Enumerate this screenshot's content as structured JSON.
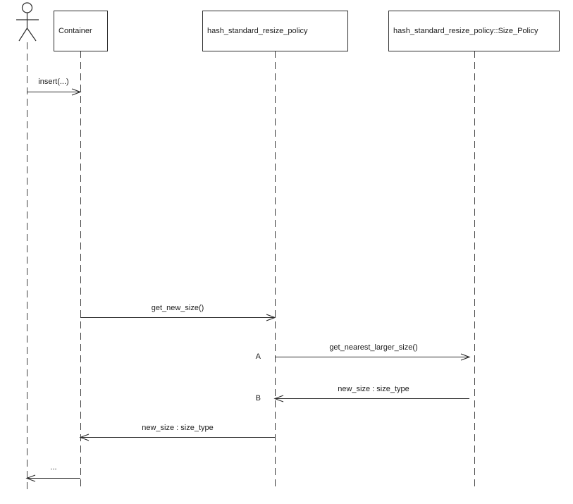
{
  "diagram": {
    "type": "uml-sequence-diagram",
    "lifelines": [
      {
        "label": "Container"
      },
      {
        "label": "hash_standard_resize_policy"
      },
      {
        "label": "hash_standard_resize_policy::Size_Policy"
      }
    ],
    "messages": [
      {
        "label": "insert(...)",
        "from": "actor",
        "to": "Container"
      },
      {
        "label": "get_new_size()",
        "from": "Container",
        "to": "hash_standard_resize_policy"
      },
      {
        "label": "get_nearest_larger_size()",
        "marker": "A",
        "from": "hash_standard_resize_policy",
        "to": "hash_standard_resize_policy::Size_Policy"
      },
      {
        "label": "new_size : size_type",
        "marker": "B",
        "from": "hash_standard_resize_policy::Size_Policy",
        "to": "hash_standard_resize_policy"
      },
      {
        "label": "new_size : size_type",
        "from": "hash_standard_resize_policy",
        "to": "Container"
      },
      {
        "label": "...",
        "from": "Container",
        "to": "actor"
      }
    ],
    "colors": {
      "line": "#3c3c3c",
      "background": "#ffffff"
    }
  }
}
